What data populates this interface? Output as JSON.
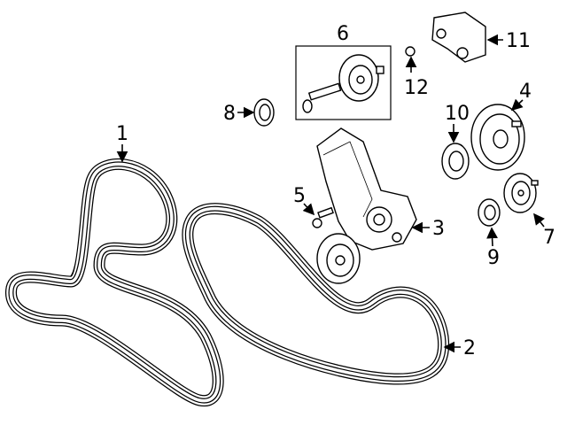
{
  "diagram": {
    "callouts": [
      {
        "id": "1",
        "part": "belt-1"
      },
      {
        "id": "2",
        "part": "belt-2"
      },
      {
        "id": "3",
        "part": "tensioner"
      },
      {
        "id": "4",
        "part": "large-pulley"
      },
      {
        "id": "5",
        "part": "tensioner-bolt"
      },
      {
        "id": "6",
        "part": "idler-kit"
      },
      {
        "id": "7",
        "part": "grooved-pulley"
      },
      {
        "id": "8",
        "part": "dust-cap"
      },
      {
        "id": "9",
        "part": "small-cap"
      },
      {
        "id": "10",
        "part": "idler-cap"
      },
      {
        "id": "11",
        "part": "bracket"
      },
      {
        "id": "12",
        "part": "bracket-bolt"
      }
    ],
    "colors": {
      "line": "#000000",
      "background": "#ffffff"
    }
  }
}
